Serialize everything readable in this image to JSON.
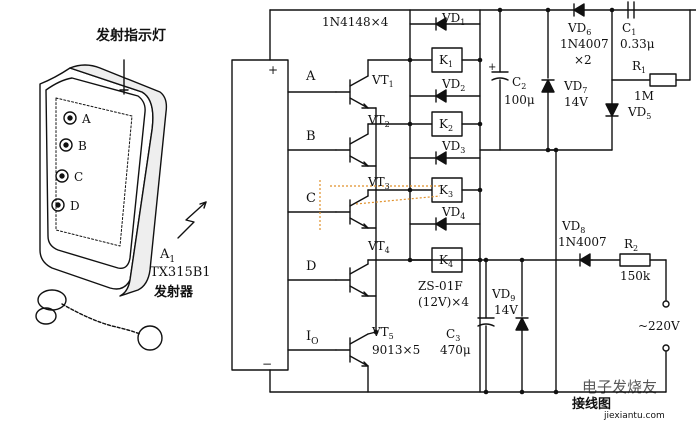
{
  "remote": {
    "indicator_label": "发射指示灯",
    "buttons": [
      "A",
      "B",
      "C",
      "D"
    ],
    "ref": "A",
    "ref_sub": "1",
    "model": "TX315B1",
    "name": "发射器"
  },
  "receiver": {
    "plus": "+",
    "minus": "−",
    "pins": [
      "A",
      "B",
      "C",
      "D",
      "I"
    ],
    "pin_sub": "O"
  },
  "parts": {
    "diode_spec": "1N4148×4",
    "vt": [
      "VT",
      "VT",
      "VT",
      "VT",
      "VT"
    ],
    "vt_sub": [
      "1",
      "2",
      "3",
      "4",
      "5"
    ],
    "vt_spec": "9013×5",
    "vd_top": [
      "VD",
      "VD",
      "VD",
      "VD"
    ],
    "vd_top_sub": [
      "1",
      "2",
      "3",
      "4"
    ],
    "k": [
      "K",
      "K",
      "K",
      "K"
    ],
    "k_sub": [
      "1",
      "2",
      "3",
      "4"
    ],
    "relay_spec_1": "ZS-01F",
    "relay_spec_2": "(12V)×4",
    "c2": "C",
    "c2_sub": "2",
    "c2_val": "100μ",
    "c2_plus": "+",
    "vd7": "VD",
    "vd7_sub": "7",
    "vd7_val": "14V",
    "vd6": "VD",
    "vd6_sub": "6",
    "vd6_spec": "1N4007",
    "vd6_mult": "×2",
    "c1": "C",
    "c1_sub": "1",
    "c1_val": "0.33μ",
    "r1": "R",
    "r1_sub": "1",
    "r1_val": "1M",
    "vd5": "VD",
    "vd5_sub": "5",
    "vd8": "VD",
    "vd8_sub": "8",
    "vd8_spec": "1N4007",
    "r2": "R",
    "r2_sub": "2",
    "r2_val": "150k",
    "vd9": "VD",
    "vd9_sub": "9",
    "vd9_val": "14V",
    "c3": "C",
    "c3_sub": "3",
    "c3_val": "470μ",
    "mains": "~220V"
  },
  "watermark": {
    "line1": "电子发烧友",
    "line2": "接线图",
    "url": "jiexiantu.com"
  }
}
